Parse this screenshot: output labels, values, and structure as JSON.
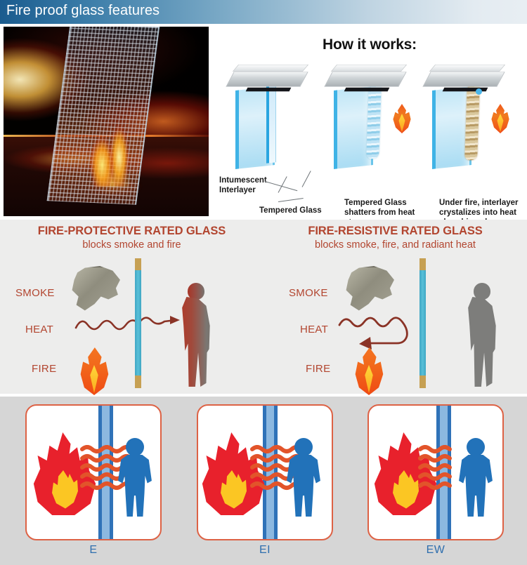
{
  "header": {
    "title": "Fire proof glass features",
    "gradient_from": "#1a5b8e",
    "gradient_to": "#e8eef3",
    "title_color": "#ffffff"
  },
  "top_row": {
    "photo": {
      "alt": "fire-rated wired glass panel standing in flames"
    },
    "how_it_works": {
      "title": "How it works:",
      "steps": [
        {
          "index": 1,
          "labels": [
            {
              "name": "intumescent-interlayer",
              "text": "Intumescent\nInterlayer",
              "line1": "Intumescent",
              "line2": "Interlayer"
            },
            {
              "name": "tempered-glass",
              "text": "Tempered Glass"
            }
          ]
        },
        {
          "index": 2,
          "caption": "Tempered Glass shatters from heat stress",
          "caption_lines": [
            "Tempered Glass",
            "shatters from heat",
            "stress"
          ]
        },
        {
          "index": 3,
          "caption": "Under fire, interlayer crystalizes into heat absorbing char",
          "caption_lines": [
            "Under fire, interlayer",
            "crystalizes into heat",
            "absorbing char"
          ]
        }
      ]
    }
  },
  "middle": {
    "background": "#ededec",
    "heading_color": "#b2452f",
    "panels": [
      {
        "name": "fire-protective",
        "title": "FIRE-PROTECTIVE RATED GLASS",
        "subtitle": "blocks smoke and fire",
        "labels": {
          "smoke": "SMOKE",
          "heat": "HEAT",
          "fire": "FIRE"
        },
        "heat_behavior": "passes-through",
        "person_state": "heated",
        "person_color": "#b03827"
      },
      {
        "name": "fire-resistive",
        "title": "FIRE-RESISTIVE RATED GLASS",
        "subtitle": "blocks smoke, fire, and radiant heat",
        "labels": {
          "smoke": "SMOKE",
          "heat": "HEAT",
          "fire": "FIRE"
        },
        "heat_behavior": "reflected-back",
        "person_state": "protected",
        "person_color": "#7d7d7b"
      }
    ]
  },
  "bottom": {
    "background": "#d6d6d6",
    "card_border_color": "#dd6245",
    "label_color": "#2f6fae",
    "cards": [
      {
        "label": "E",
        "heat_reach": "through-glass",
        "wave_count": 5,
        "waves_left_width": 90,
        "waves_right_width": 52
      },
      {
        "label": "EI",
        "heat_reach": "into-glass",
        "wave_count": 5,
        "waves_left_width": 78,
        "waves_right_width": 26
      },
      {
        "label": "EW",
        "heat_reach": "stops-at-glass",
        "wave_count": 5,
        "waves_left_width": 56,
        "waves_right_width": 0
      }
    ]
  }
}
